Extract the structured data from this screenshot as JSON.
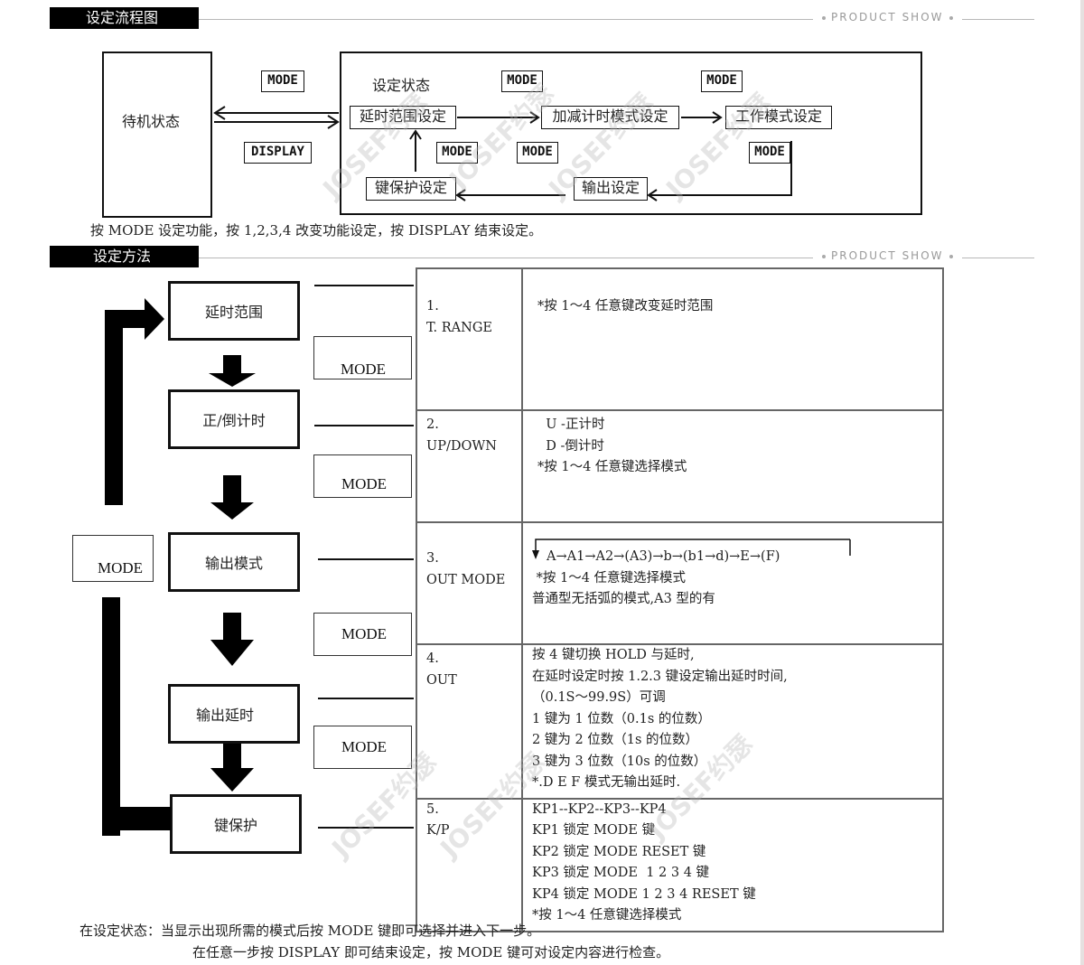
{
  "header1": {
    "title": "设定流程图",
    "tag": "PRODUCT SHOW"
  },
  "header2": {
    "title": "设定方法",
    "tag": "PRODUCT SHOW"
  },
  "flowchart": {
    "standby": "待机状态",
    "setting_state_label": "设定状态",
    "mode_key": "MODE",
    "display_key": "DISPLAY",
    "steps": {
      "delay_range": "延时范围设定",
      "updown": "加减计时模式设定",
      "work_mode": "工作模式设定",
      "output": "输出设定",
      "key_protect": "键保护设定"
    },
    "caption": "按 MODE 设定功能，按 1,2,3,4 改变功能设定，按 DISPLAY 结束设定。"
  },
  "method": {
    "steps": [
      "延时范围",
      "正/倒计时",
      "输出模式",
      "输出延时",
      "键保护"
    ],
    "mode_label": "MODE",
    "table": [
      {
        "num": "1.",
        "name": "T. RANGE",
        "lines": [
          "*按 1～4 任意键改变延时范围"
        ]
      },
      {
        "num": "2.",
        "name": "UP/DOWN",
        "lines": [
          "  U -正计时",
          "  D -倒计时",
          "*按 1～4 任意键选择模式"
        ]
      },
      {
        "num": "3.",
        "name": "OUT MODE",
        "sequence": "A→A1→A2→(A3)→b→(b1→d)→E→(F)",
        "lines": [
          " *按 1～4 任意键选择模式",
          "普通型无括弧的模式,A3 型的有"
        ]
      },
      {
        "num": "4.",
        "name": "OUT",
        "lines": [
          "按 4 键切换 HOLD 与延时,",
          "在延时设定时按 1.2.3 键设定输出延时时间,",
          "（0.1S～99.9S）可调",
          "1 键为 1 位数（0.1s 的位数）",
          "2 键为 2 位数（1s 的位数）",
          "3 键为 3 位数（10s 的位数）",
          "*.D E F 模式无输出延时."
        ]
      },
      {
        "num": "5.",
        "name": "K/P",
        "lines": [
          "KP1--KP2--KP3--KP4",
          "KP1 锁定 MODE 键",
          "KP2 锁定 MODE RESET 键",
          "KP3 锁定 MODE  1 2 3 4 键",
          "KP4 锁定 MODE 1 2 3 4 RESET 键",
          "*按 1～4 任意键选择模式"
        ]
      }
    ],
    "footer_line1": "在设定状态：当显示出现所需的模式后按 MODE 键即可选择并进入下一步。",
    "footer_line2": "在任意一步按 DISPLAY 即可结束设定，按 MODE 键可对设定内容进行检查。"
  },
  "watermark": "JOSEF约瑟"
}
